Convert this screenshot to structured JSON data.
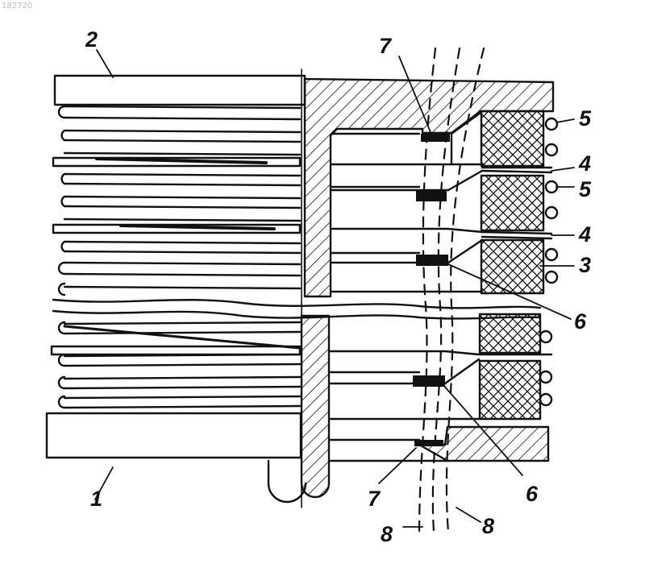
{
  "figure": {
    "corner_number": "182720",
    "labels": {
      "l1": "1",
      "l2": "2",
      "l3": "3",
      "l4a": "4",
      "l4b": "4",
      "l5a": "5",
      "l5b": "5",
      "l6a": "6",
      "l6b": "6",
      "l7a": "7",
      "l7b": "7",
      "l8a": "8",
      "l8b": "8"
    }
  }
}
